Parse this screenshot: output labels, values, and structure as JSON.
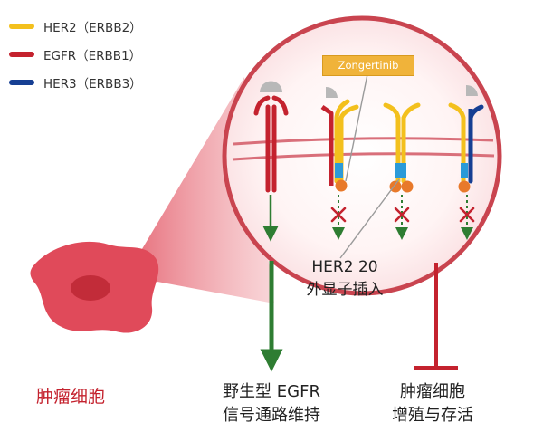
{
  "legend": [
    {
      "label": "HER2（ERBB2）",
      "color": "#f3c01d"
    },
    {
      "label": "EGFR（ERBB1）",
      "color": "#c4222e"
    },
    {
      "label": "HER3（ERBB3）",
      "color": "#163f93"
    }
  ],
  "drug_label": "Zongertinib",
  "insertion_label": [
    "HER2 20",
    "外显子插入"
  ],
  "tumor_cell_label": "肿瘤细胞",
  "egfr_outcome": [
    "野生型 EGFR",
    "信号通路维持"
  ],
  "proliferation_outcome": [
    "肿瘤细胞",
    "增殖与存活"
  ],
  "colors": {
    "her2": "#f3c01d",
    "egfr": "#c4222e",
    "her3": "#163f93",
    "kinase_blue": "#2b9ad8",
    "kinase_orange": "#e8792a",
    "arrow_green": "#2e7d32",
    "inhibit_x": "#c4222e",
    "ligand_grey": "#b8b8b8",
    "membrane": "#d96f7a",
    "tumor": "#e04a5a",
    "lens_bg": "#fbe6e7",
    "lens_border": "#c9444f"
  }
}
